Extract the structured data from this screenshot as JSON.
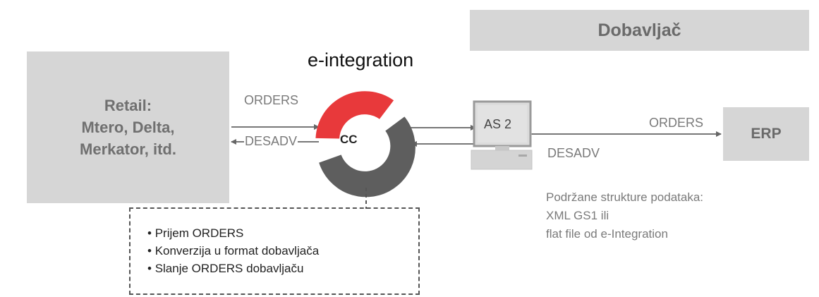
{
  "title": "e-integration",
  "supplier": {
    "label": "Dobavljač"
  },
  "retail": {
    "lines": [
      "Retail:",
      "Mtero, Delta,",
      "Merkator, itd."
    ]
  },
  "erp": {
    "label": "ERP"
  },
  "logo": {
    "label": "CC"
  },
  "as2": {
    "label": "AS 2"
  },
  "flows": {
    "orders_left": "ORDERS",
    "desadv_left": "DESADV",
    "orders_right": "ORDERS",
    "desadv_right": "DESADV"
  },
  "supported": {
    "lines": [
      "Podržane strukture podataka:",
      "XML GS1 ili",
      "flat file od e-Integration"
    ]
  },
  "notes": {
    "items": [
      "Prijem ORDERS",
      "Konverzija u format dobavljača",
      "Slanje ORDERS dobavljaču"
    ]
  },
  "colors": {
    "red": "#e8393b",
    "dark": "#5e5e5e",
    "gray_box": "#d6d6d6"
  }
}
